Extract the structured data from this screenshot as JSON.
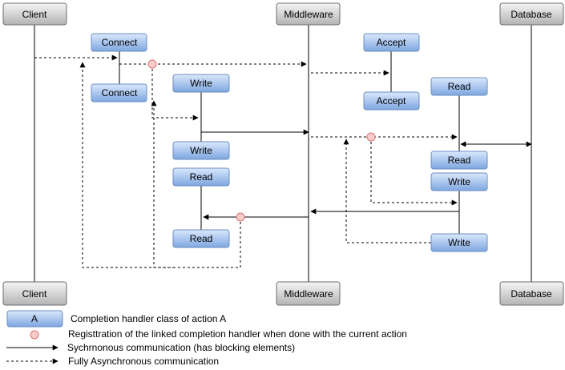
{
  "lifelines": {
    "client": "Client",
    "middleware": "Middleware",
    "database": "Database"
  },
  "handlers": {
    "connect": "Connect",
    "accept": "Accept",
    "write": "Write",
    "read": "Read"
  },
  "legend": {
    "box_sample": "A",
    "handler_class": "Completion handler class of action A",
    "registration": "Registtration of the linked completion handler when done with the current action",
    "sync": "Sychrnonous communication (has blocking elements)",
    "async": "Fully Asynchronous communication"
  },
  "colors": {
    "handler_fill_top": "#dae8fc",
    "handler_fill_bottom": "#7ea6e0",
    "handler_stroke": "#6c8ebf",
    "lifeline_fill_top": "#f5f5f5",
    "lifeline_fill_bottom": "#b3b3b3",
    "registration_fill": "#f8cecc",
    "registration_stroke": "#e07070"
  }
}
